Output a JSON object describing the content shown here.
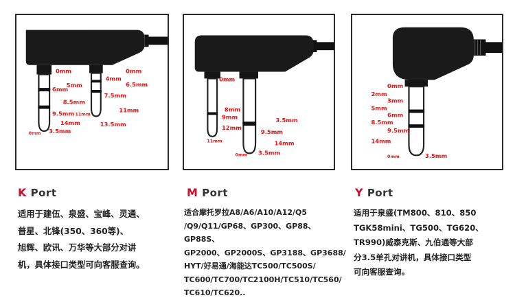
{
  "panels": {
    "k": {
      "title_letter": "K",
      "title_rest": " Port",
      "labels": {
        "p1_0": "0mm",
        "p1_5": "5mm",
        "p1_6": "6mm",
        "p1_85": "8.5mm",
        "p1_95": "9.5mm",
        "p1_14": "14mm",
        "p1_35": "3.5mm",
        "p1_0b": "0mm",
        "p2_0": "0mm",
        "p2_4": "4mm",
        "p2_65": "6.5mm",
        "p2_75": "7.5mm",
        "p2_11": "11mm",
        "p2_11b": "11mm",
        "p2_135": "13.5mm"
      },
      "description": "适用于建伍、泉盛、宝峰、灵通、\n普星、北锋(350、360等)、\n旭辉、欧讯、万华等大部分对讲\n机，具体接口类型可向客服查询。"
    },
    "m": {
      "title_letter": "M",
      "title_rest": " Port",
      "labels": {
        "p1_0": "0mm",
        "p1_8": "8mm",
        "p1_9": "9mm",
        "p1_12": "12mm",
        "p1_11": "11mm",
        "p2_35": "3.5mm",
        "p2_95": "9.5mm",
        "p2_14": "14mm",
        "p2_0": "0mm",
        "p2_35b": "3.5mm"
      },
      "description": "适合摩托罗拉A8/A6/A10/A12/Q5\n/Q9/Q11/GP68、GP300、GP88、GP88S、\nGP2000、GP2000S、GP3188、GP3688/\nHYT/好易通/海能达TC500/TC500S/\nTC600/TC700/TC2100H/TC510/TC560/\nTC610/TC620.."
    },
    "y": {
      "title_letter": "Y",
      "title_rest": " Port",
      "labels": {
        "l0": "0mm",
        "l2": "2mm",
        "l3": "3mm",
        "l5": "5mm",
        "l6": "6mm",
        "l85": "8.5mm",
        "l95": "9.5mm",
        "l14": "14mm",
        "l0b": "0mm",
        "l35": "3.5mm"
      },
      "description": "适用于泉盛(TM800、810、850\nTGK58mini、TG500、TG620、\nTR990)威泰克斯、九伯通等大部\n分3.5单孔对讲机，具体接口类型\n可向客服查询。"
    }
  }
}
